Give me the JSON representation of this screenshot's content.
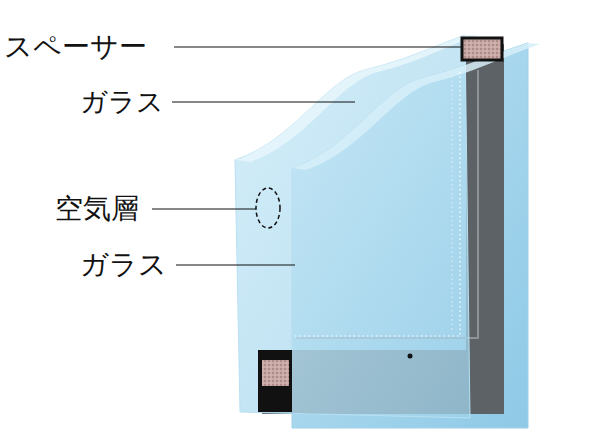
{
  "diagram": {
    "labels": [
      "スペーサー",
      "ガラス",
      "空気層",
      "ガラス"
    ]
  }
}
